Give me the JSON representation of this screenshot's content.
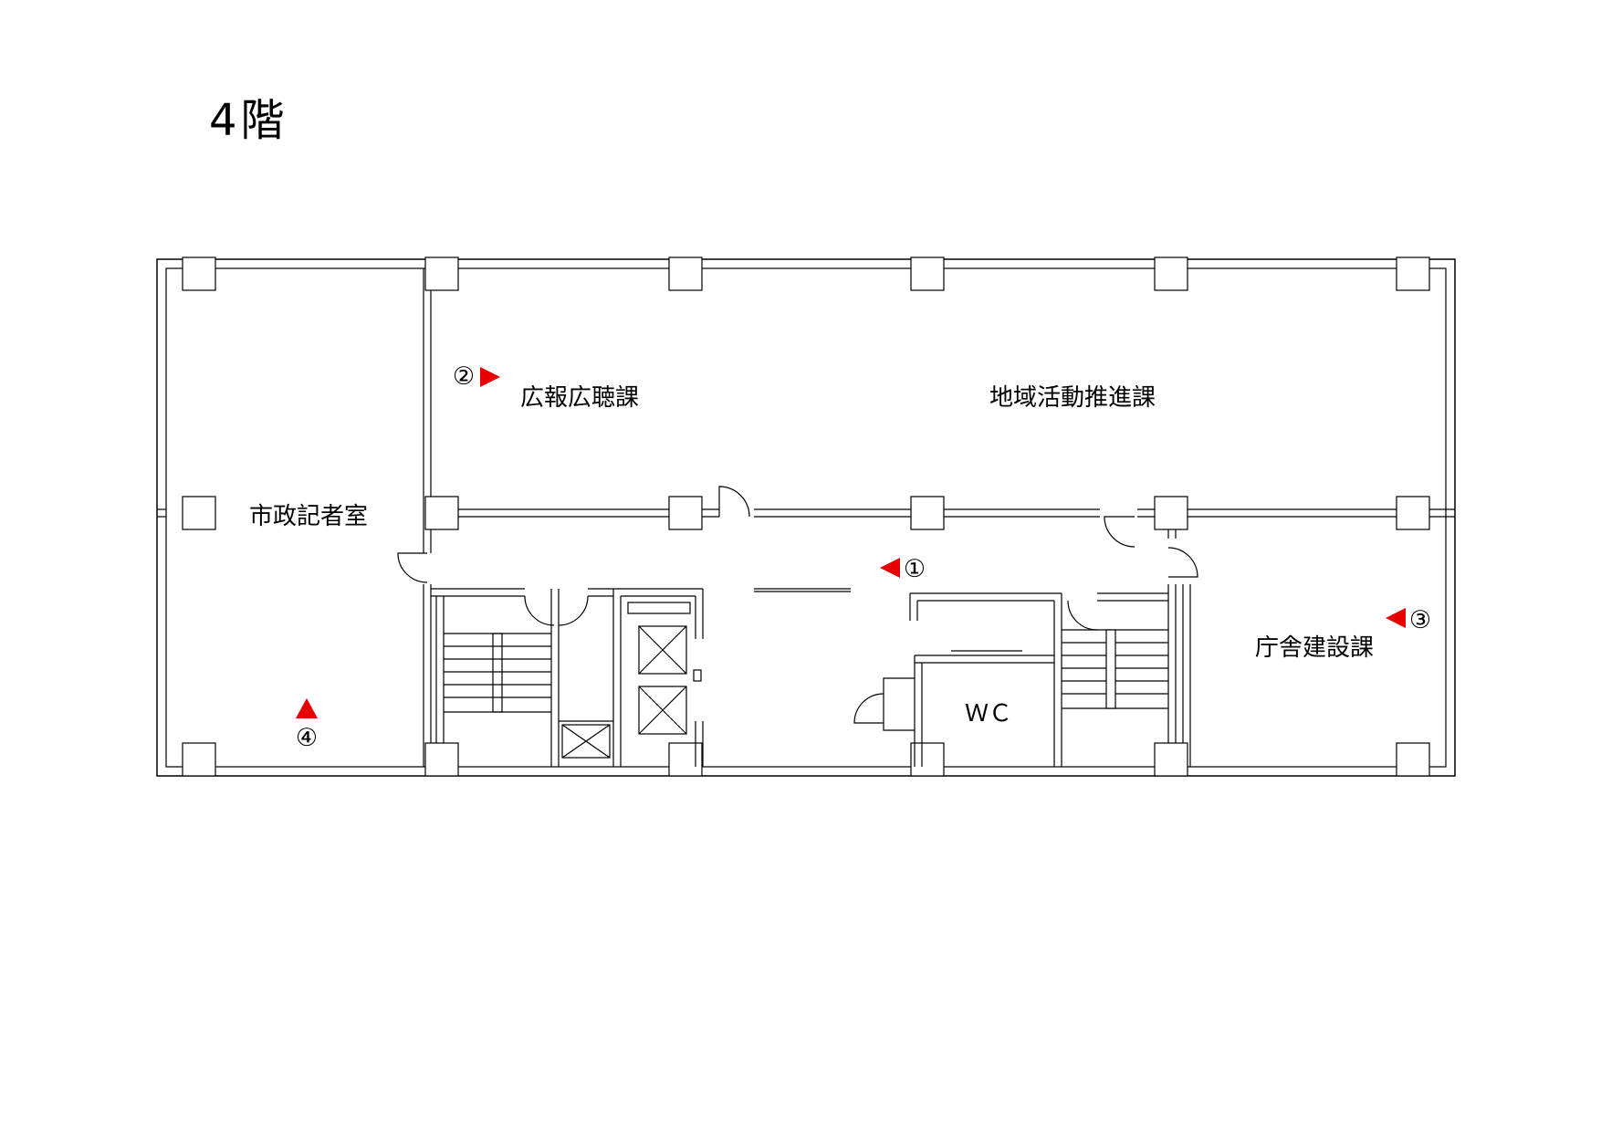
{
  "floor": {
    "title": "4階"
  },
  "rooms": {
    "press_room": "市政記者室",
    "pr_section": "広報広聴課",
    "community_section": "地域活動推進課",
    "building_section": "庁舎建設課",
    "toilet": "ＷＣ"
  },
  "markers": [
    {
      "label": "①",
      "direction": "left"
    },
    {
      "label": "②",
      "direction": "right"
    },
    {
      "label": "③",
      "direction": "left"
    },
    {
      "label": "④",
      "direction": "up"
    }
  ],
  "colors": {
    "marker": "#e60000",
    "line": "#000000",
    "background": "#ffffff"
  }
}
